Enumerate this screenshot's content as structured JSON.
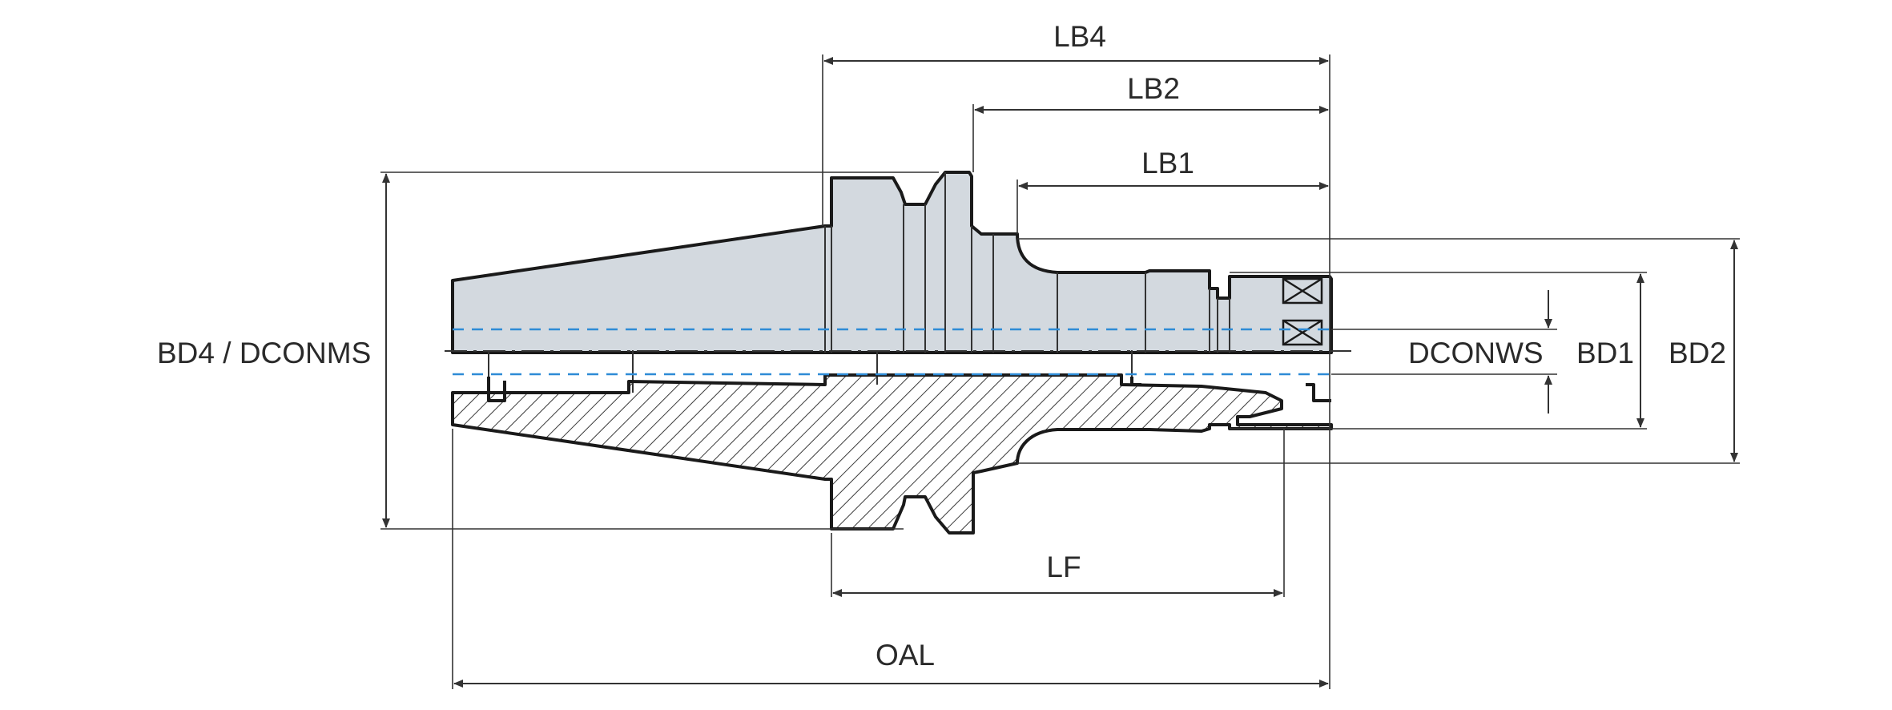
{
  "diagram": {
    "labels": {
      "lb4": "LB4",
      "lb2": "LB2",
      "lb1": "LB1",
      "bd4_dconms": "BD4 / DCONMS",
      "dconws": "DCONWS",
      "bd1": "BD1",
      "bd2": "BD2",
      "lf": "LF",
      "oal": "OAL"
    },
    "colors": {
      "body_fill": "#d3d9df",
      "outline": "#1a1a1a",
      "hatch": "#3a3a3a",
      "bore_lines": "#2e8bd6"
    }
  }
}
